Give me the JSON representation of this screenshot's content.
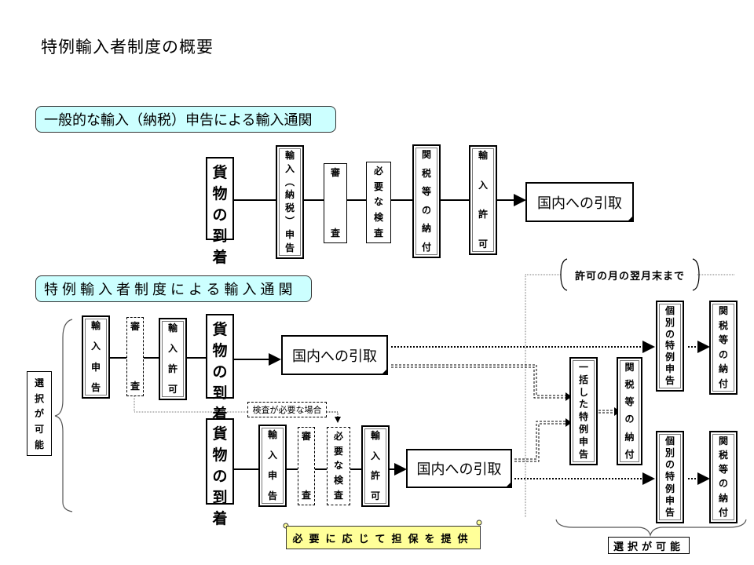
{
  "title": "特例輸入者制度の概要",
  "section_general": {
    "header": "一般的な輸入（納税）申告による輸入通関",
    "arrival": [
      "貨",
      "物",
      "の",
      "到",
      "着"
    ],
    "declaration": [
      "輸",
      "入",
      "︵",
      "納",
      "税",
      "︶",
      "申",
      "告"
    ],
    "examination": [
      "審",
      "査"
    ],
    "inspection": [
      "必",
      "要",
      "な",
      "検",
      "査"
    ],
    "payment": [
      "関",
      "税",
      "等",
      "の",
      "納",
      "付"
    ],
    "permit": [
      "輸",
      "入",
      "許",
      "可"
    ],
    "release": "国内への引取"
  },
  "section_special": {
    "header": "特例輸入者制度による輸入通関",
    "choice_label": [
      "選",
      "択",
      "が",
      "可",
      "能"
    ],
    "flow_a": {
      "declaration": [
        "輸",
        "入",
        "申",
        "告"
      ],
      "examination": [
        "審",
        "査"
      ],
      "permit": [
        "輸",
        "入",
        "許",
        "可"
      ],
      "arrival": [
        "貨",
        "物",
        "の",
        "到",
        "着"
      ],
      "release": "国内への引取"
    },
    "inspection_note": "検査が必要な場合",
    "flow_b": {
      "arrival": [
        "貨",
        "物",
        "の",
        "到",
        "着"
      ],
      "declaration": [
        "輸",
        "入",
        "申",
        "告"
      ],
      "examination": [
        "審",
        "査"
      ],
      "inspection": [
        "必",
        "要",
        "な",
        "検",
        "査"
      ],
      "permit": [
        "輸",
        "入",
        "許",
        "可"
      ],
      "release": "国内への引取"
    },
    "deadline": "許可の月の翌月末まで",
    "individual_declaration": [
      "個",
      "別",
      "の",
      "特",
      "例",
      "申",
      "告"
    ],
    "payment": [
      "関",
      "税",
      "等",
      "の",
      "納",
      "付"
    ],
    "bulk_declaration": [
      "一",
      "括",
      "し",
      "た",
      "特",
      "例",
      "申",
      "告"
    ],
    "bulk_payment": [
      "関",
      "税",
      "等",
      "の",
      "納",
      "付"
    ],
    "security_note": "必要に応じて担保を提供",
    "choice_bottom": "選択が可能"
  },
  "colors": {
    "section_header_bg": "#ccffff",
    "security_note_bg": "#ffff99"
  }
}
